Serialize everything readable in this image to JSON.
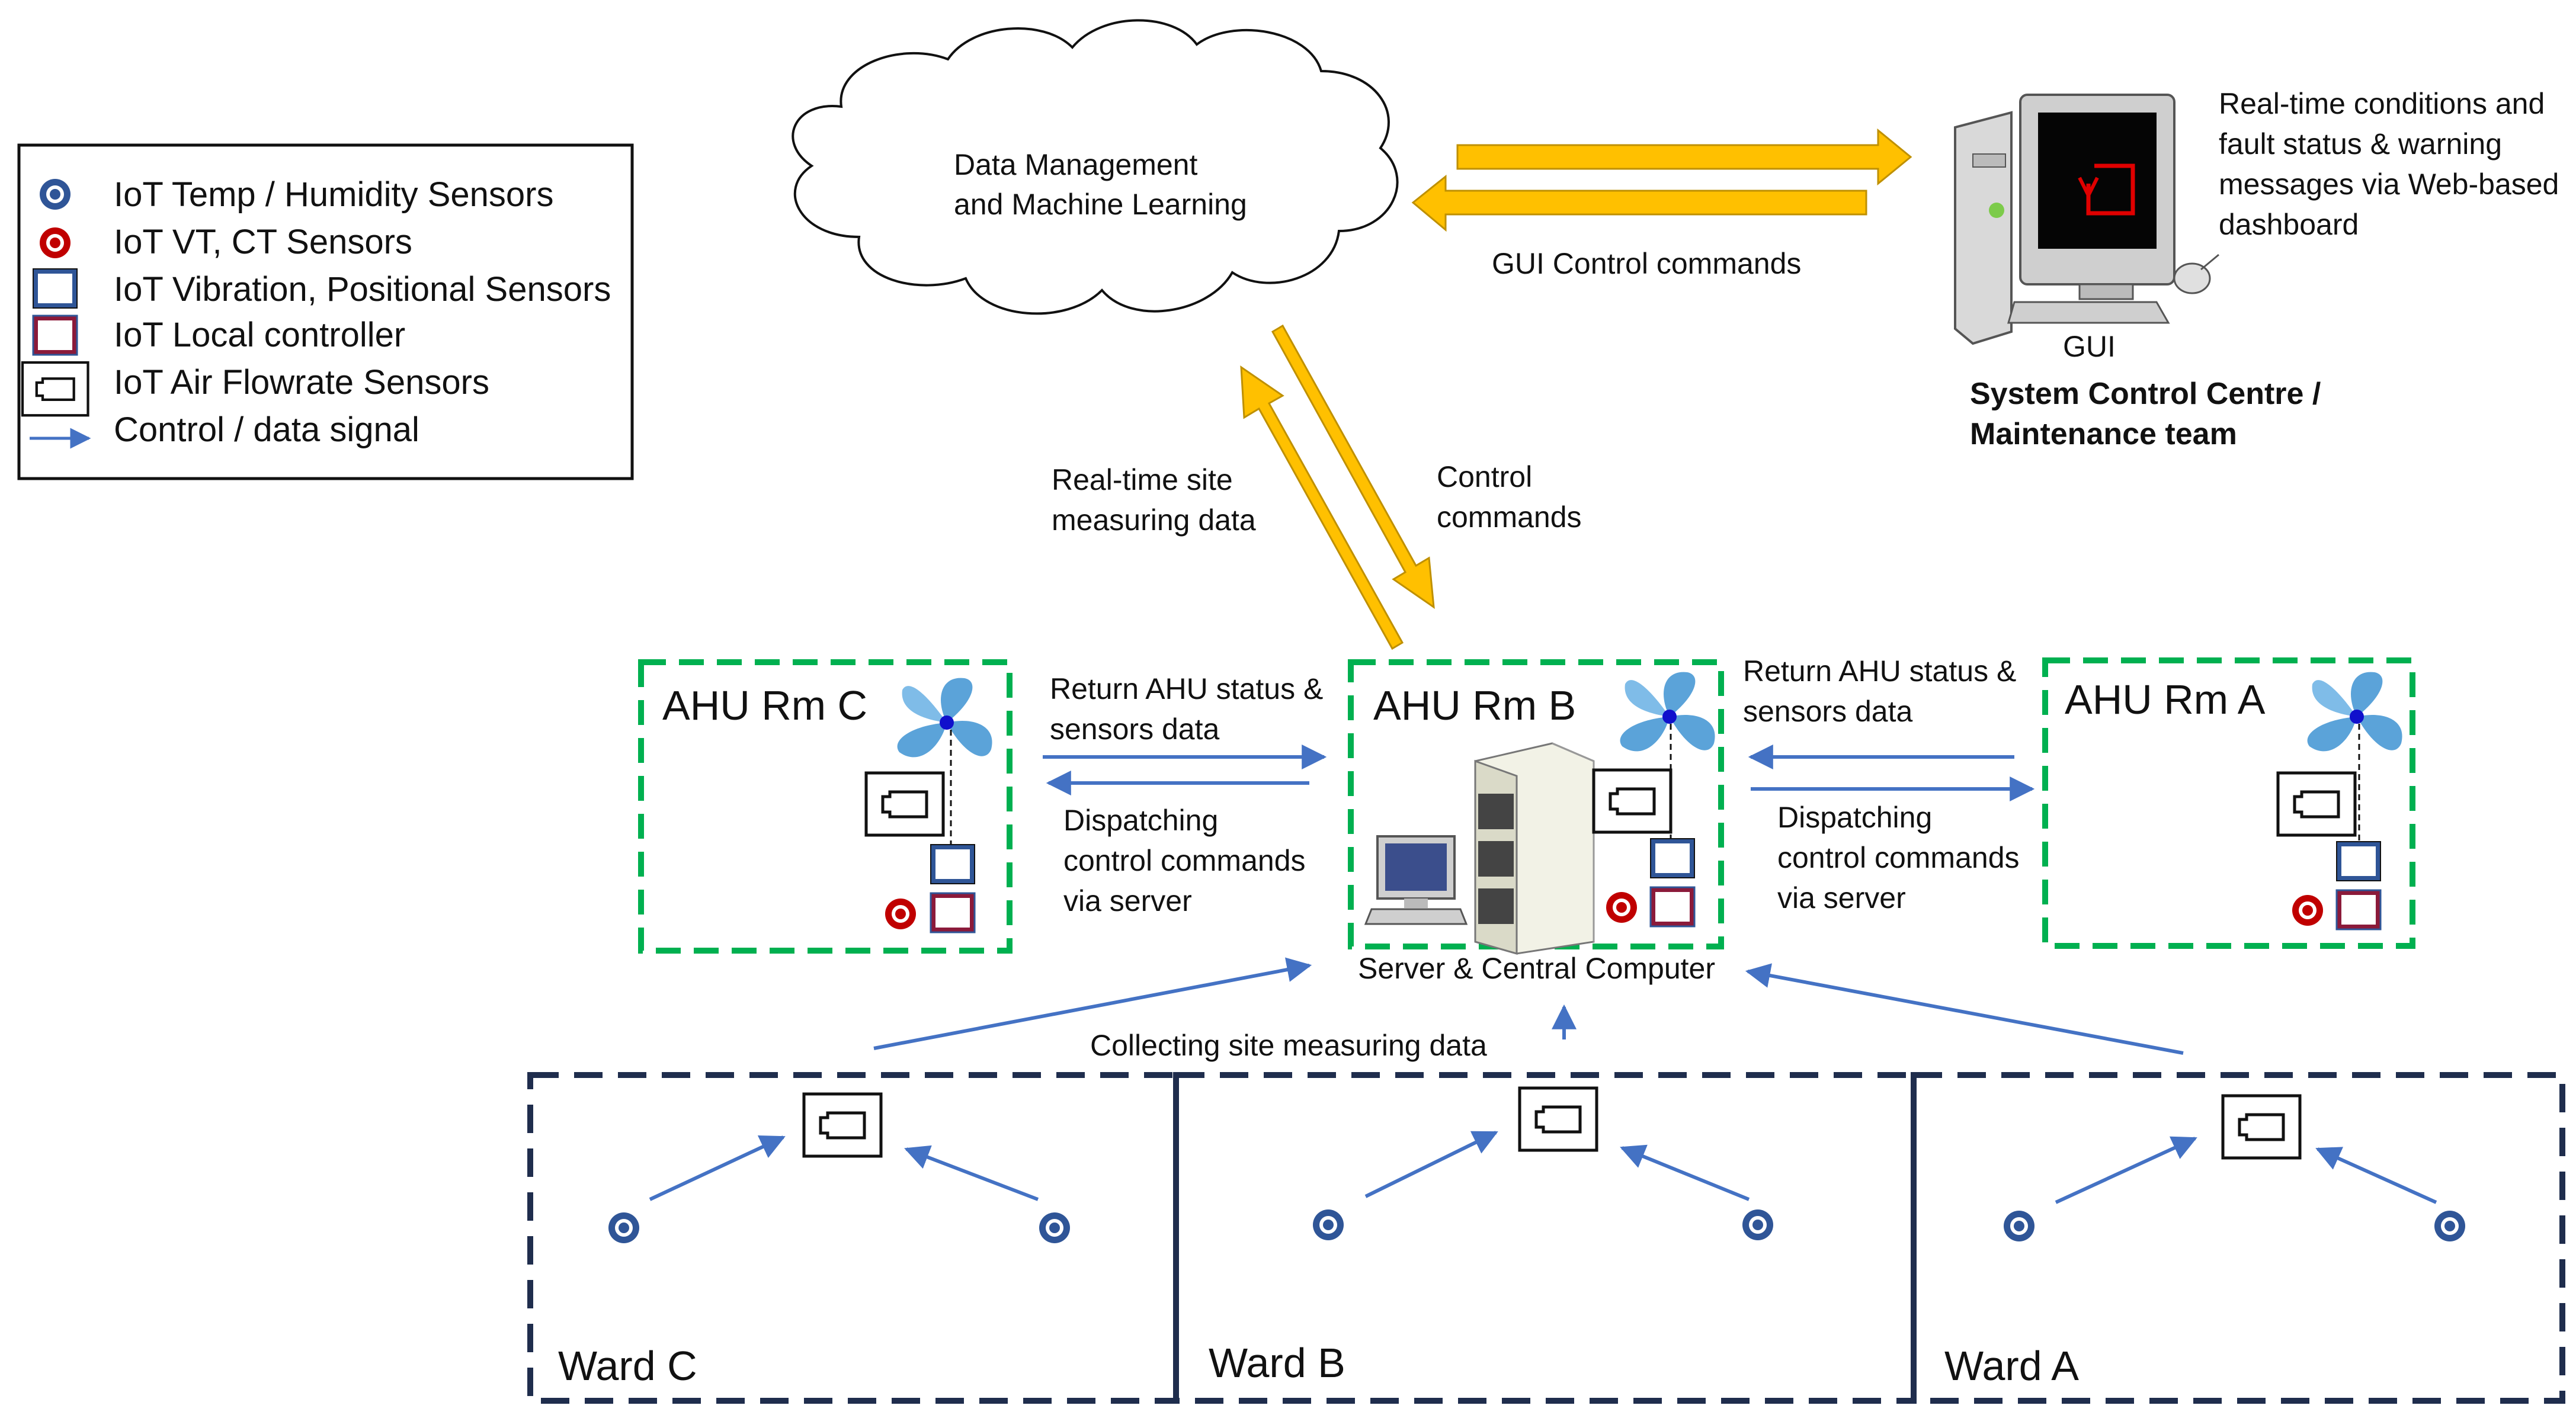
{
  "legend": {
    "items": [
      {
        "icon": "temp-humidity-sensor-icon",
        "label": "IoT Temp / Humidity Sensors"
      },
      {
        "icon": "vt-ct-sensor-icon",
        "label": "IoT VT, CT Sensors"
      },
      {
        "icon": "vibration-sensor-icon",
        "label": "IoT Vibration, Positional Sensors"
      },
      {
        "icon": "local-controller-icon",
        "label": "IoT Local controller"
      },
      {
        "icon": "air-flowrate-sensor-icon",
        "label": "IoT Air Flowrate Sensors"
      },
      {
        "icon": "signal-arrow-icon",
        "label": "Control / data signal"
      }
    ]
  },
  "cloud": {
    "line1": "Data Management",
    "line2": "and Machine Learning"
  },
  "gui": {
    "status_lines": [
      "Real-time conditions and",
      "fault status & warning",
      "messages via Web-based",
      "dashboard"
    ],
    "commands_label": "GUI Control commands",
    "label": "GUI",
    "team_line1": "System Control Centre /",
    "team_line2": "Maintenance team"
  },
  "cloud_link": {
    "up_line1": "Real-time site",
    "up_line2": "measuring data",
    "down_line1": "Control",
    "down_line2": "commands"
  },
  "ahu_rooms": {
    "c": "AHU Rm C",
    "b": "AHU Rm B",
    "a": "AHU Rm A"
  },
  "links": {
    "return_line1": "Return AHU status &",
    "return_line2": "sensors data",
    "dispatch_line1": "Dispatching",
    "dispatch_line2": "control commands",
    "dispatch_line3": "via server"
  },
  "server_label": "Server & Central Computer",
  "collecting_label": "Collecting site measuring data",
  "wards": {
    "c": "Ward C",
    "b": "Ward B",
    "a": "Ward A"
  },
  "colors": {
    "arrow_fill": "#FFC000",
    "arrow_stroke": "#BF9000",
    "signal_blue": "#4472C4",
    "ahu_border": "#00B050",
    "ward_border": "#1F2D4D",
    "sensor_blue": "#2F5597",
    "sensor_red": "#C00000",
    "fan_blue": "#5BA3D9"
  }
}
